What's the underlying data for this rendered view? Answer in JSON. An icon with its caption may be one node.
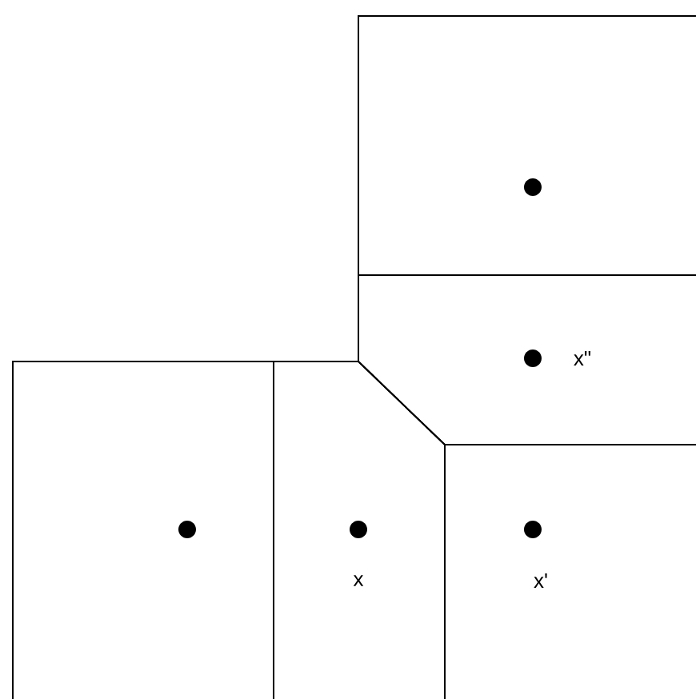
{
  "diagram": {
    "nodes": [
      {
        "text": [],
        "shape": "box"
      },
      {
        "text": [
          "x\""
        ]
      },
      {
        "text": [],
        "shape": "box"
      },
      {
        "text": [
          "x"
        ]
      },
      {
        "text": [
          "x'"
        ]
      }
    ]
  }
}
